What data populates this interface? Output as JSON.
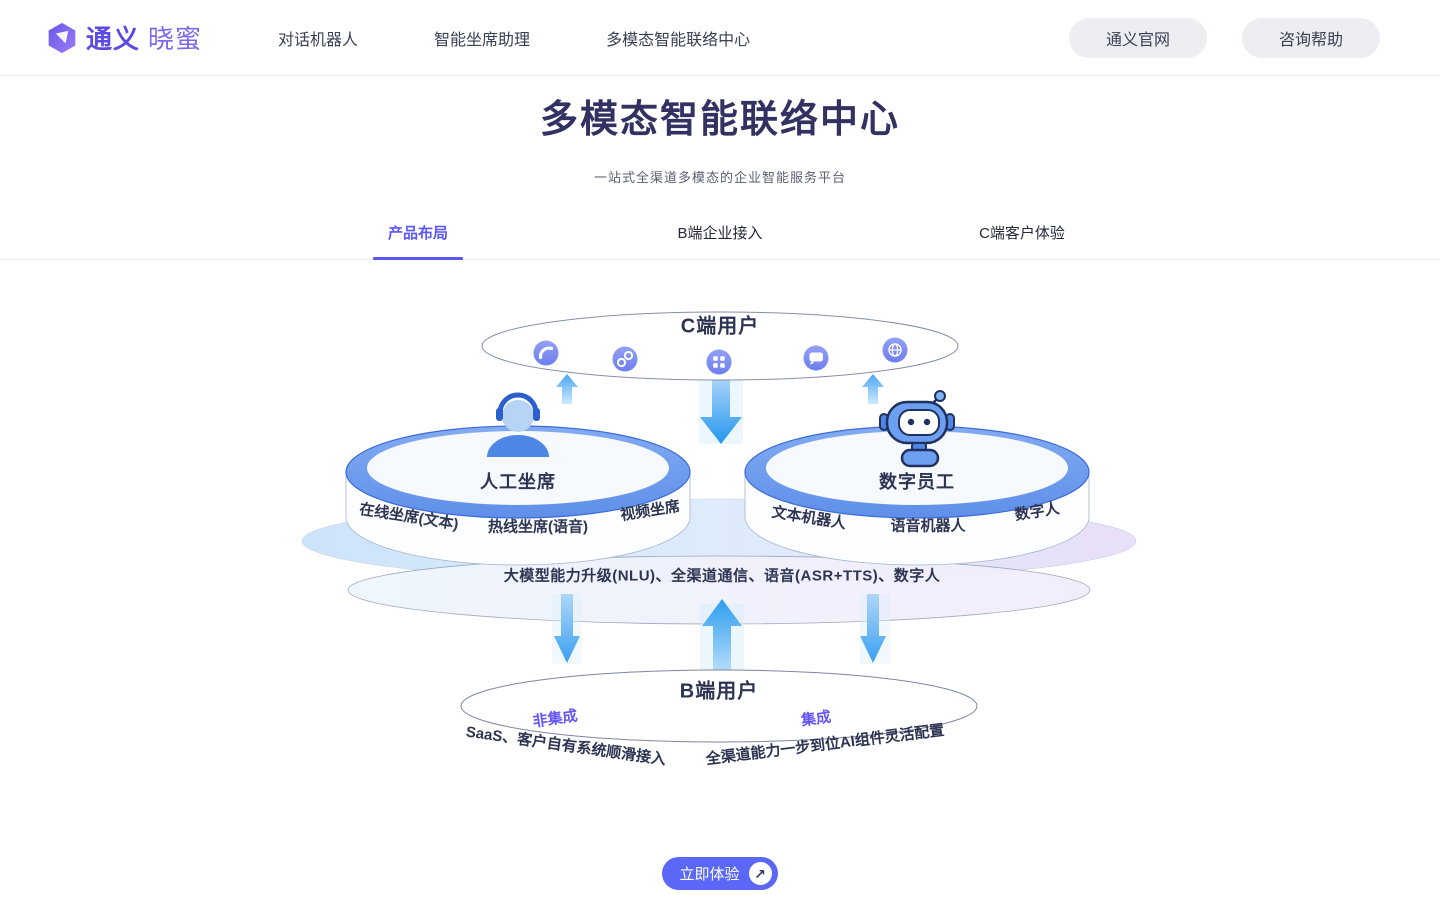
{
  "header": {
    "logo": {
      "brand_bold": "通义",
      "brand_light": "晓蜜"
    },
    "nav": [
      {
        "label": "对话机器人"
      },
      {
        "label": "智能坐席助理"
      },
      {
        "label": "多模态智能联络中心"
      }
    ],
    "actions": [
      {
        "label": "通义官网"
      },
      {
        "label": "咨询帮助"
      }
    ]
  },
  "hero": {
    "title": "多模态智能联络中心",
    "subtitle": "一站式全渠道多模态的企业智能服务平台"
  },
  "tabs": [
    {
      "label": "产品布局",
      "active": true
    },
    {
      "label": "B端企业接入",
      "active": false
    },
    {
      "label": "C端客户体验",
      "active": false
    }
  ],
  "diagram": {
    "top_ellipse": {
      "title": "C端用户",
      "channel_icons": [
        "phone-icon",
        "link-icon",
        "apps-grid-icon",
        "chat-icon",
        "globe-icon"
      ]
    },
    "left_cylinder": {
      "title": "人工坐席",
      "items": [
        "在线坐席(文本)",
        "热线坐席(语音)",
        "视频坐席"
      ]
    },
    "right_cylinder": {
      "title": "数字员工",
      "items": [
        "文本机器人",
        "语音机器人",
        "数字人"
      ]
    },
    "capability_band": {
      "label": "大模型能力升级(NLU)、全渠道通信、语音(ASR+TTS)、数字人"
    },
    "bottom_ellipse": {
      "title": "B端用户",
      "modes": [
        {
          "label": "非集成",
          "desc": "SaaS、客户自有系统顺滑接入"
        },
        {
          "label": "集成",
          "desc": "全渠道能力一步到位AI组件灵活配置"
        }
      ]
    }
  },
  "cta": {
    "label": "立即体验",
    "arrow_glyph": "↗"
  },
  "colors": {
    "brand_purple": "#5b49e4",
    "accent_purple": "#5b57f5",
    "cta_background": "#5a67f7",
    "diagram_blue": "#2e9def",
    "title_navy": "#333162"
  }
}
